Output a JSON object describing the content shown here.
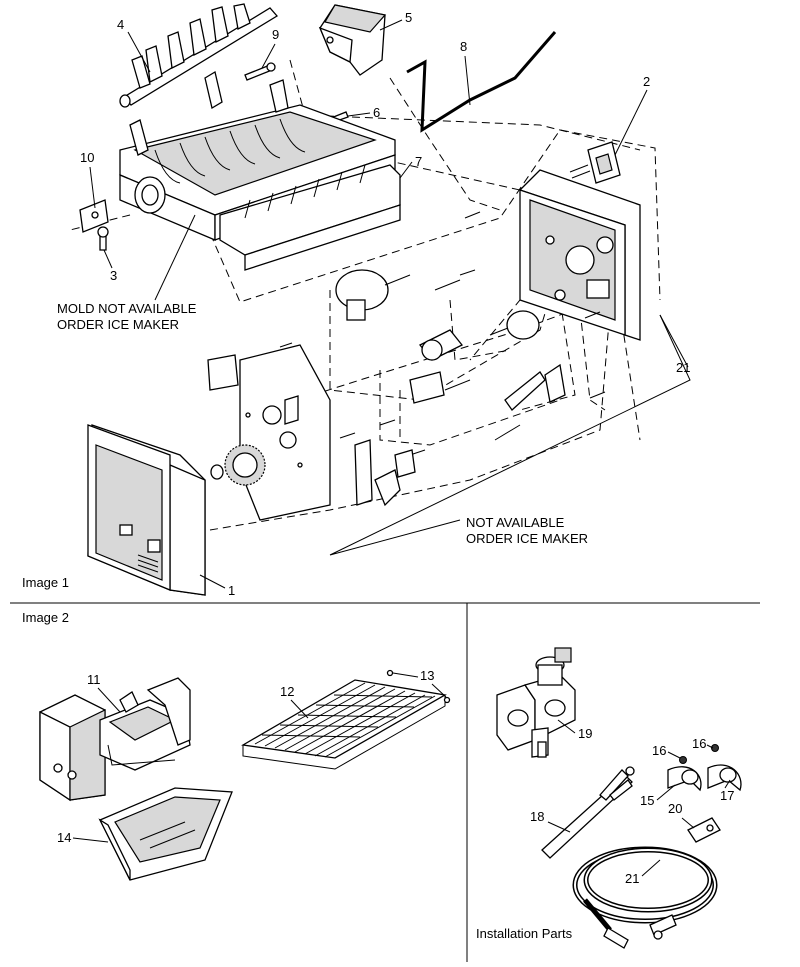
{
  "sections": {
    "image1_label": "Image 1",
    "image2_label": "Image 2",
    "installation_label": "Installation Parts"
  },
  "notes": {
    "mold_line1": "MOLD NOT AVAILABLE",
    "mold_line2": "ORDER ICE MAKER",
    "na_line1": "NOT AVAILABLE",
    "na_line2": "ORDER ICE MAKER"
  },
  "callouts": {
    "c1": "1",
    "c2": "2",
    "c3": "3",
    "c4": "4",
    "c5": "5",
    "c6": "6",
    "c7": "7",
    "c8": "8",
    "c9": "9",
    "c10": "10",
    "c11": "11",
    "c12": "12",
    "c13": "13",
    "c14": "14",
    "c15": "15",
    "c16a": "16",
    "c16b": "16",
    "c17": "17",
    "c18": "18",
    "c19": "19",
    "c20": "20",
    "c21": "21"
  }
}
